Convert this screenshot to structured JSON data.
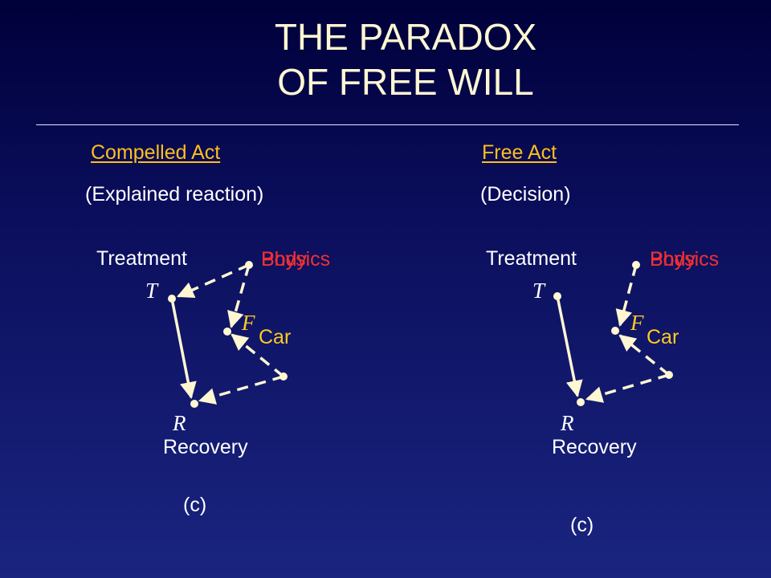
{
  "title": {
    "line1": "THE  PARADOX",
    "line2": "OF  FREE  WILL"
  },
  "left": {
    "heading": "Compelled Act",
    "subheading": "(Explained reaction)",
    "node_labels": {
      "treatment": "Treatment",
      "body": "Body",
      "physics": "Physics",
      "car": "Car",
      "recovery": "Recovery"
    },
    "vars": {
      "t": "T",
      "f": "F",
      "r": "R"
    },
    "caption": "(c)"
  },
  "right": {
    "heading": "Free Act",
    "subheading": "(Decision)",
    "node_labels": {
      "treatment": "Treatment",
      "body": "Body",
      "physics": "Physics",
      "car": "Car",
      "recovery": "Recovery"
    },
    "vars": {
      "t": "T",
      "f": "F",
      "r": "R"
    },
    "caption": "(c)"
  },
  "colors": {
    "text": "#ffffff",
    "heading": "#ffbf1c",
    "title": "#fff7d1",
    "red_label": "#f03030",
    "car_label": "#ffcb1f",
    "arrows": "#fff7d1"
  }
}
